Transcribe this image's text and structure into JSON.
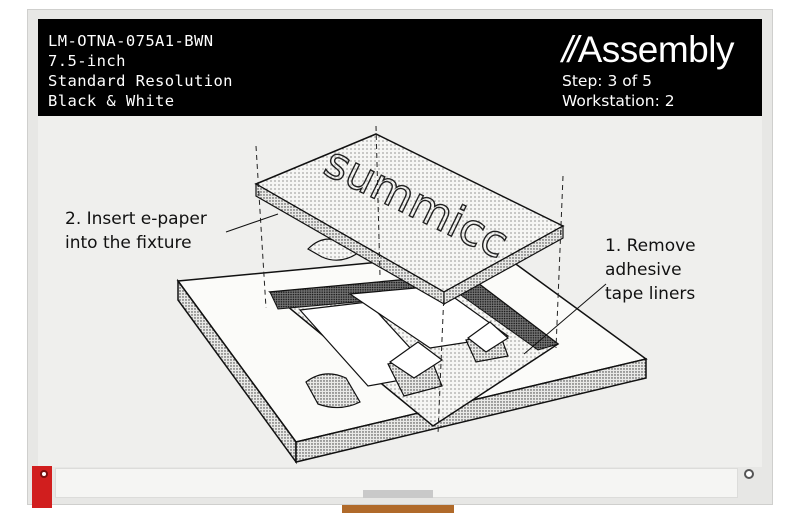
{
  "header": {
    "model": "LM-OTNA-075A1-BWN",
    "size": "7.5-inch",
    "resolution": "Standard Resolution",
    "color_mode": "Black & White"
  },
  "brand": {
    "title": "Assembly",
    "step": "Step: 3 of 5",
    "workstation": "Workstation: 2"
  },
  "diagram": {
    "logo_text": "summicc",
    "callout_insert": [
      "2. Insert e-paper",
      "into the fixture"
    ],
    "callout_remove": [
      "1. Remove",
      "adhesive",
      "tape liners"
    ]
  },
  "colors": {
    "header_bg": "#000000",
    "header_text": "#ffffff",
    "screen_bg": "#efefed",
    "connector": "#d11e1e",
    "flex_cable": "#b06a2a"
  }
}
